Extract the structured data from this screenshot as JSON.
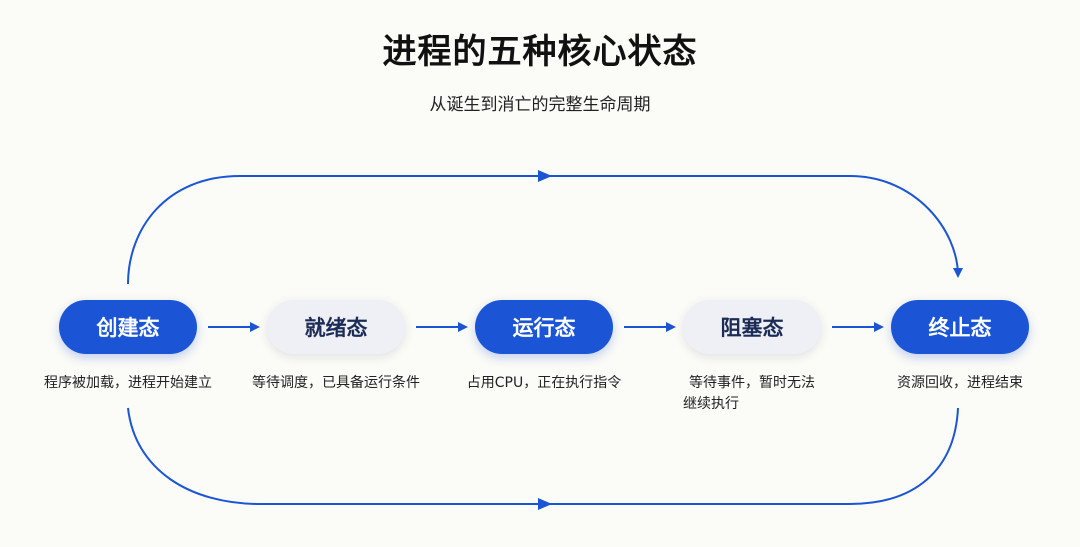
{
  "title": "进程的五种核心状态",
  "subtitle": "从诞生到消亡的完整生命周期",
  "colors": {
    "accent": "#1b55d6",
    "passive_bg": "#eef0f5",
    "passive_text": "#1d2c57",
    "arrow": "#1b55d6"
  },
  "states": [
    {
      "label": "创建态",
      "style": "active",
      "desc_lines": [
        "程序被加载，进程开始建立"
      ]
    },
    {
      "label": "就绪态",
      "style": "passive",
      "desc_lines": [
        "等待调度，已具备运行条件"
      ]
    },
    {
      "label": "运行态",
      "style": "active",
      "desc_lines": [
        "占用CPU，正在执行指令"
      ]
    },
    {
      "label": "阻塞态",
      "style": "passive",
      "desc_lines": [
        "等待事件，暂时无法",
        "继续执行"
      ]
    },
    {
      "label": "终止态",
      "style": "active",
      "desc_lines": [
        "资源回收，进程结束"
      ]
    }
  ],
  "edges": [
    {
      "from": "创建态",
      "to": "就绪态",
      "route": "straight"
    },
    {
      "from": "就绪态",
      "to": "运行态",
      "route": "straight"
    },
    {
      "from": "运行态",
      "to": "阻塞态",
      "route": "straight"
    },
    {
      "from": "阻塞态",
      "to": "终止态",
      "route": "straight"
    },
    {
      "from": "创建态",
      "to": "终止态",
      "route": "loop-top"
    },
    {
      "from": "创建态",
      "to": "终止态",
      "route": "loop-bottom"
    }
  ]
}
